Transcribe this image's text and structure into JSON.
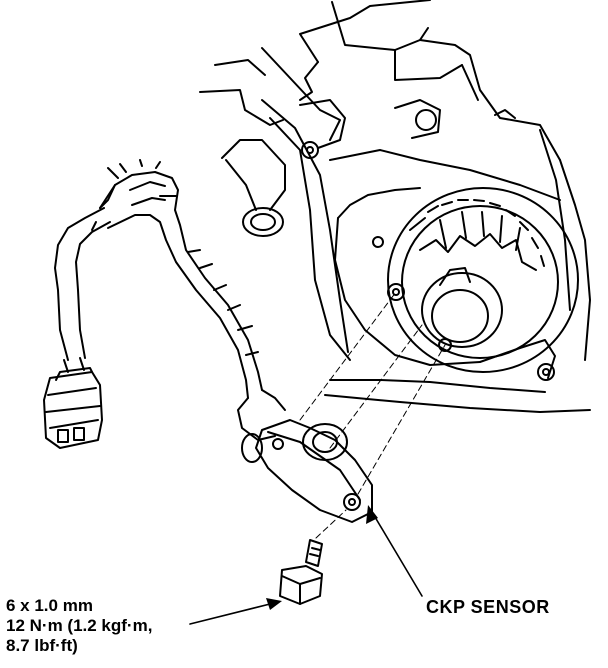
{
  "labels": {
    "bolt_size": "6 x 1.0 mm",
    "bolt_torque_1": "12 N·m (1.2 kgf·m,",
    "bolt_torque_2": "8.7 lbf·ft)",
    "sensor": "CKP SENSOR"
  }
}
